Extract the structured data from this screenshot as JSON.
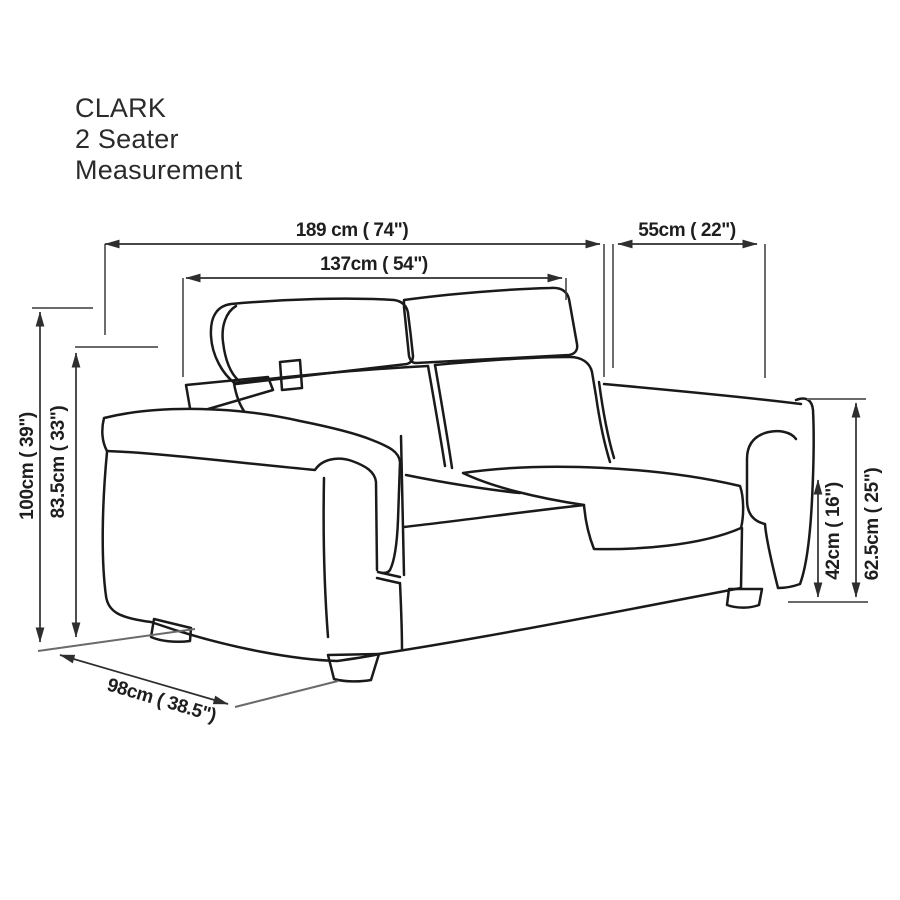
{
  "title": {
    "product": "CLARK",
    "variant": "2 Seater",
    "caption": "Measurement"
  },
  "dimensions": {
    "overall_width": "189 cm ( 74\")",
    "inner_width": "137cm ( 54\")",
    "back_depth": "55cm ( 22\")",
    "overall_height": "100cm ( 39\")",
    "back_height": "83.5cm ( 33\")",
    "seat_height": "42cm ( 16\")",
    "arm_height": "62.5cm ( 25\")",
    "overall_depth": "98cm ( 38.5\")"
  },
  "colors": {
    "background": "#ffffff",
    "sofa_outline": "#1a1a1a",
    "dimension_line": "#2e2e2e",
    "extension_line": "#6a6a6a",
    "label_text": "#1e1e1e",
    "title_text": "#2b2b2b"
  }
}
